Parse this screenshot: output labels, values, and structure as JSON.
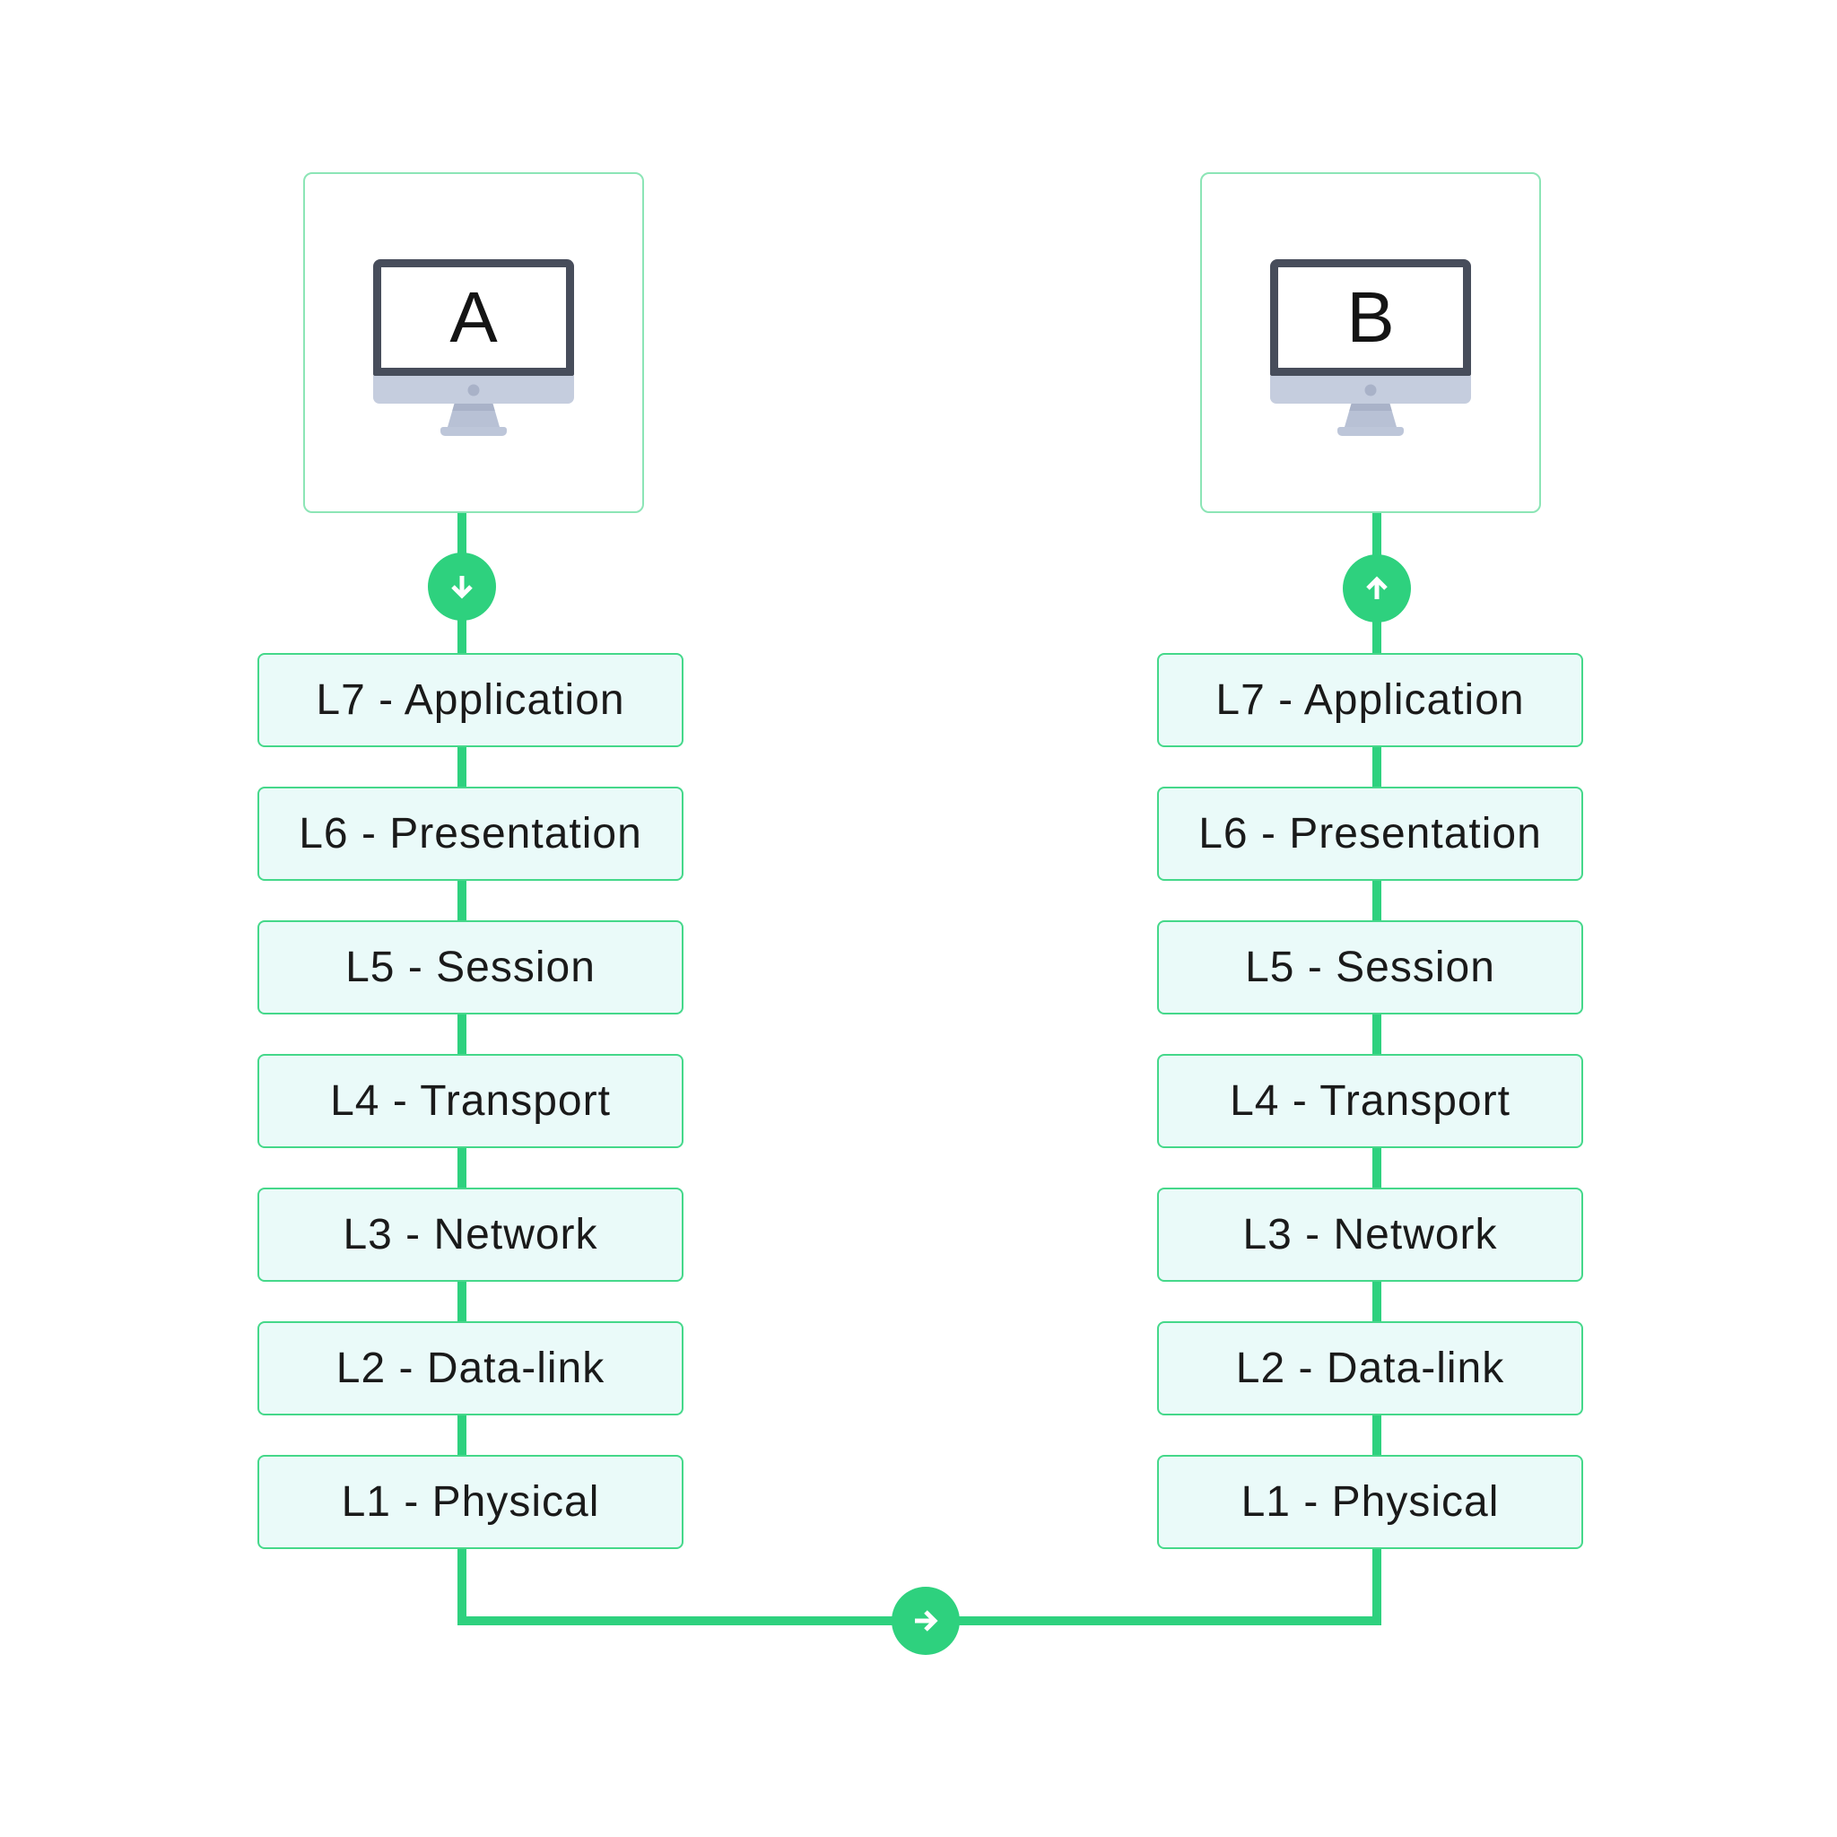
{
  "nodes": {
    "left": {
      "label": "A"
    },
    "right": {
      "label": "B"
    }
  },
  "columns": {
    "left": [
      "L7 - Application",
      "L6 - Presentation",
      "L5 - Session",
      "L4 - Transport",
      "L3 - Network",
      "L2 - Data-link",
      "L1 - Physical"
    ],
    "right": [
      "L7 - Application",
      "L6 - Presentation",
      "L5 - Session",
      "L4 - Transport",
      "L3 - Network",
      "L2 - Data-link",
      "L1 - Physical"
    ]
  },
  "flow": {
    "left_direction_icon": "arrow-down-icon",
    "right_direction_icon": "arrow-up-icon",
    "bottom_direction_icon": "arrow-right-icon"
  },
  "colors": {
    "connector_green": "#2ed17e",
    "layer_border": "#45d88a",
    "layer_fill": "#eafaf9",
    "node_border": "#8ce5b6",
    "monitor_frame": "#474d5b",
    "monitor_chin": "#c5cdde",
    "monitor_stand": "#b8c1d5",
    "text": "#1a1a1a"
  }
}
